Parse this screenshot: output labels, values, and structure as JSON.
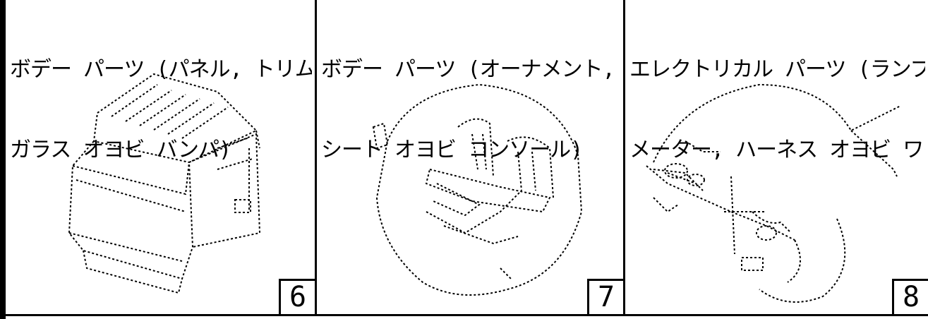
{
  "panels": [
    {
      "number": "6",
      "title_line1": "ボデー パーツ (パネル, トリム,",
      "title_line2": "ガラス オヨビ バンパ)",
      "icon": "truck-cab-body-icon"
    },
    {
      "number": "7",
      "title_line1": "ボデー パーツ (オーナメント, ミラー,",
      "title_line2": "シート オヨビ コンソール)",
      "icon": "seat-console-icon"
    },
    {
      "number": "8",
      "title_line1": "エレクトリカル パーツ (ランプ,",
      "title_line2": "メーター, ハーネス オヨビ ワイパ)",
      "icon": "lamp-harness-icon"
    }
  ]
}
